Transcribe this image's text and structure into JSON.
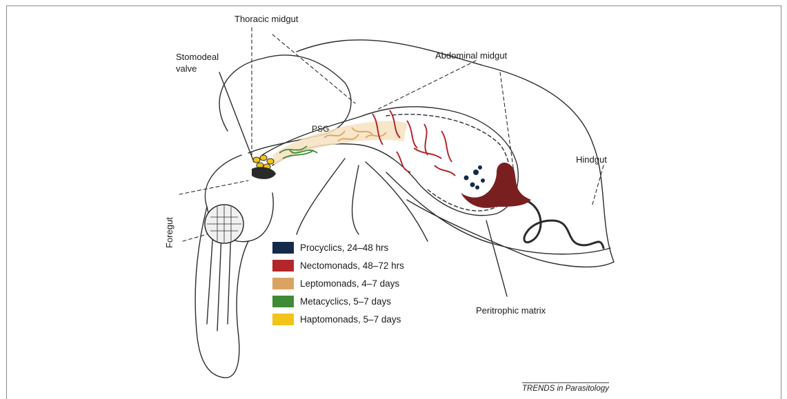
{
  "labels": {
    "thoracic_midgut": "Thoracic midgut",
    "abdominal_midgut": "Abdominal midgut",
    "stomodeal_valve": "Stomodeal\nvalve",
    "hindgut": "Hindgut",
    "foregut": "Foregut",
    "psg": "PSG",
    "peritrophic_matrix": "Peritrophic matrix"
  },
  "legend": [
    {
      "label": "Procyclics, 24–48 hrs",
      "color": "#142a4a"
    },
    {
      "label": "Nectomonads, 48–72 hrs",
      "color": "#b3262a"
    },
    {
      "label": "Leptomonads, 4–7 days",
      "color": "#d9a462"
    },
    {
      "label": "Metacyclics, 5–7 days",
      "color": "#3f8a35"
    },
    {
      "label": "Haptomonads, 5–7 days",
      "color": "#f2c318"
    }
  ],
  "credit": "TRENDS in Parasitology",
  "colors": {
    "outline": "#2a2a2a",
    "psg_fill": "#f6e2c0",
    "hindgut_fill": "#7a1f1f"
  }
}
